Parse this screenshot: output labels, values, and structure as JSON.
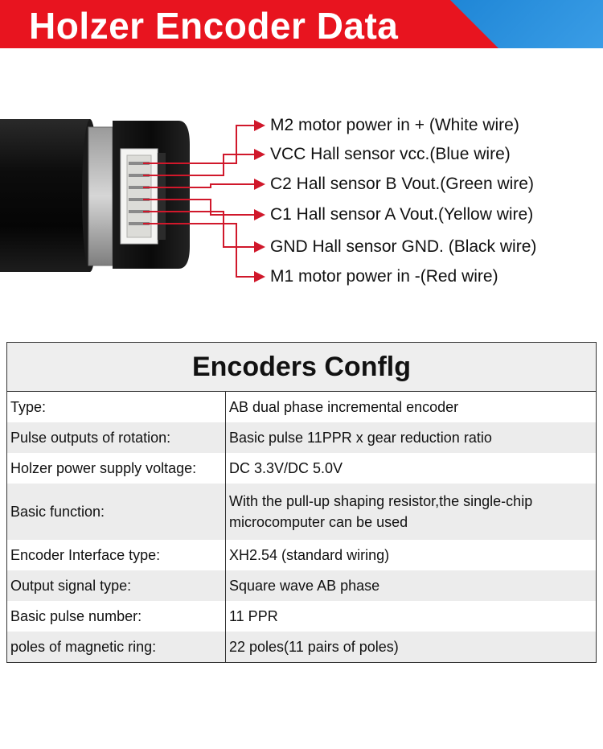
{
  "banner": {
    "title": "Holzer Encoder Data",
    "color": "#e8141f",
    "accent_color": "#1f86d6"
  },
  "wires": [
    {
      "label": "M2  motor  power in + (White wire)"
    },
    {
      "label": "VCC Hall sensor vcc.(Blue wire)"
    },
    {
      "label": "C2 Hall sensor B Vout.(Green wire)"
    },
    {
      "label": "C1 Hall sensor A Vout.(Yellow wire)"
    },
    {
      "label": "GND Hall sensor GND. (Black wire)"
    },
    {
      "label": "M1 motor power  in -(Red wire)"
    }
  ],
  "wire_color": "#d0182b",
  "table": {
    "title": "Encoders Conflg",
    "rows": [
      {
        "label": "Type:",
        "value": "AB dual phase incremental encoder"
      },
      {
        "label": "Pulse outputs of rotation:",
        "value": "Basic pulse 11PPR x gear reduction ratio"
      },
      {
        "label": "Holzer power supply voltage:",
        "value": "DC 3.3V/DC 5.0V"
      },
      {
        "label": "Basic function:",
        "value": "With the pull-up shaping resistor,the single-chip microcomputer can be used"
      },
      {
        "label": "Encoder Interface type:",
        "value": "XH2.54  (standard  wiring)"
      },
      {
        "label": "Output signal type:",
        "value": "Square wave AB phase"
      },
      {
        "label": "Basic pulse number:",
        "value": "11 PPR"
      },
      {
        "label": "poles of magnetic ring:",
        "value": "22 poles(11 pairs of poles)"
      }
    ]
  }
}
